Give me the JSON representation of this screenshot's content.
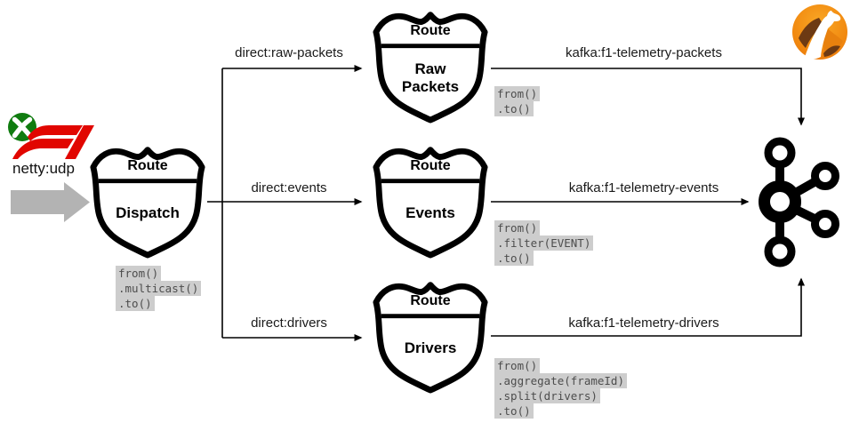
{
  "source": {
    "protocol_label": "netty:udp",
    "icons": [
      "xbox-logo",
      "f1-logo"
    ]
  },
  "shields": {
    "dispatch": {
      "band": "Route",
      "name": "Dispatch",
      "code": [
        "from()",
        ".multicast()",
        ".to()"
      ]
    },
    "raw_packets": {
      "band": "Route",
      "name": "Raw Packets",
      "code": [
        "from()",
        ".to()"
      ]
    },
    "events": {
      "band": "Route",
      "name": "Events",
      "code": [
        "from()",
        ".filter(EVENT)",
        ".to()"
      ]
    },
    "drivers": {
      "band": "Route",
      "name": "Drivers",
      "code": [
        "from()",
        ".aggregate(frameId)",
        ".split(drivers)",
        ".to()"
      ]
    }
  },
  "edges": {
    "direct_raw_packets": "direct:raw-packets",
    "direct_events": "direct:events",
    "direct_drivers": "direct:drivers",
    "kafka_packets": "kafka:f1-telemetry-packets",
    "kafka_events": "kafka:f1-telemetry-events",
    "kafka_drivers": "kafka:f1-telemetry-drivers"
  },
  "icons": {
    "kafka": "apache-kafka-logo",
    "camel": "apache-camel-logo",
    "xbox": "xbox-logo",
    "f1": "f1-logo"
  },
  "colors": {
    "f1_red": "#e10600",
    "xbox_green": "#107c10",
    "camel_orange": "#f1880f",
    "camel_brown": "#6d3a13",
    "big_arrow_gray": "#b3b3b3",
    "code_bg": "#cdcdcd",
    "code_text": "#4d4d4d",
    "line_black": "#000000"
  }
}
